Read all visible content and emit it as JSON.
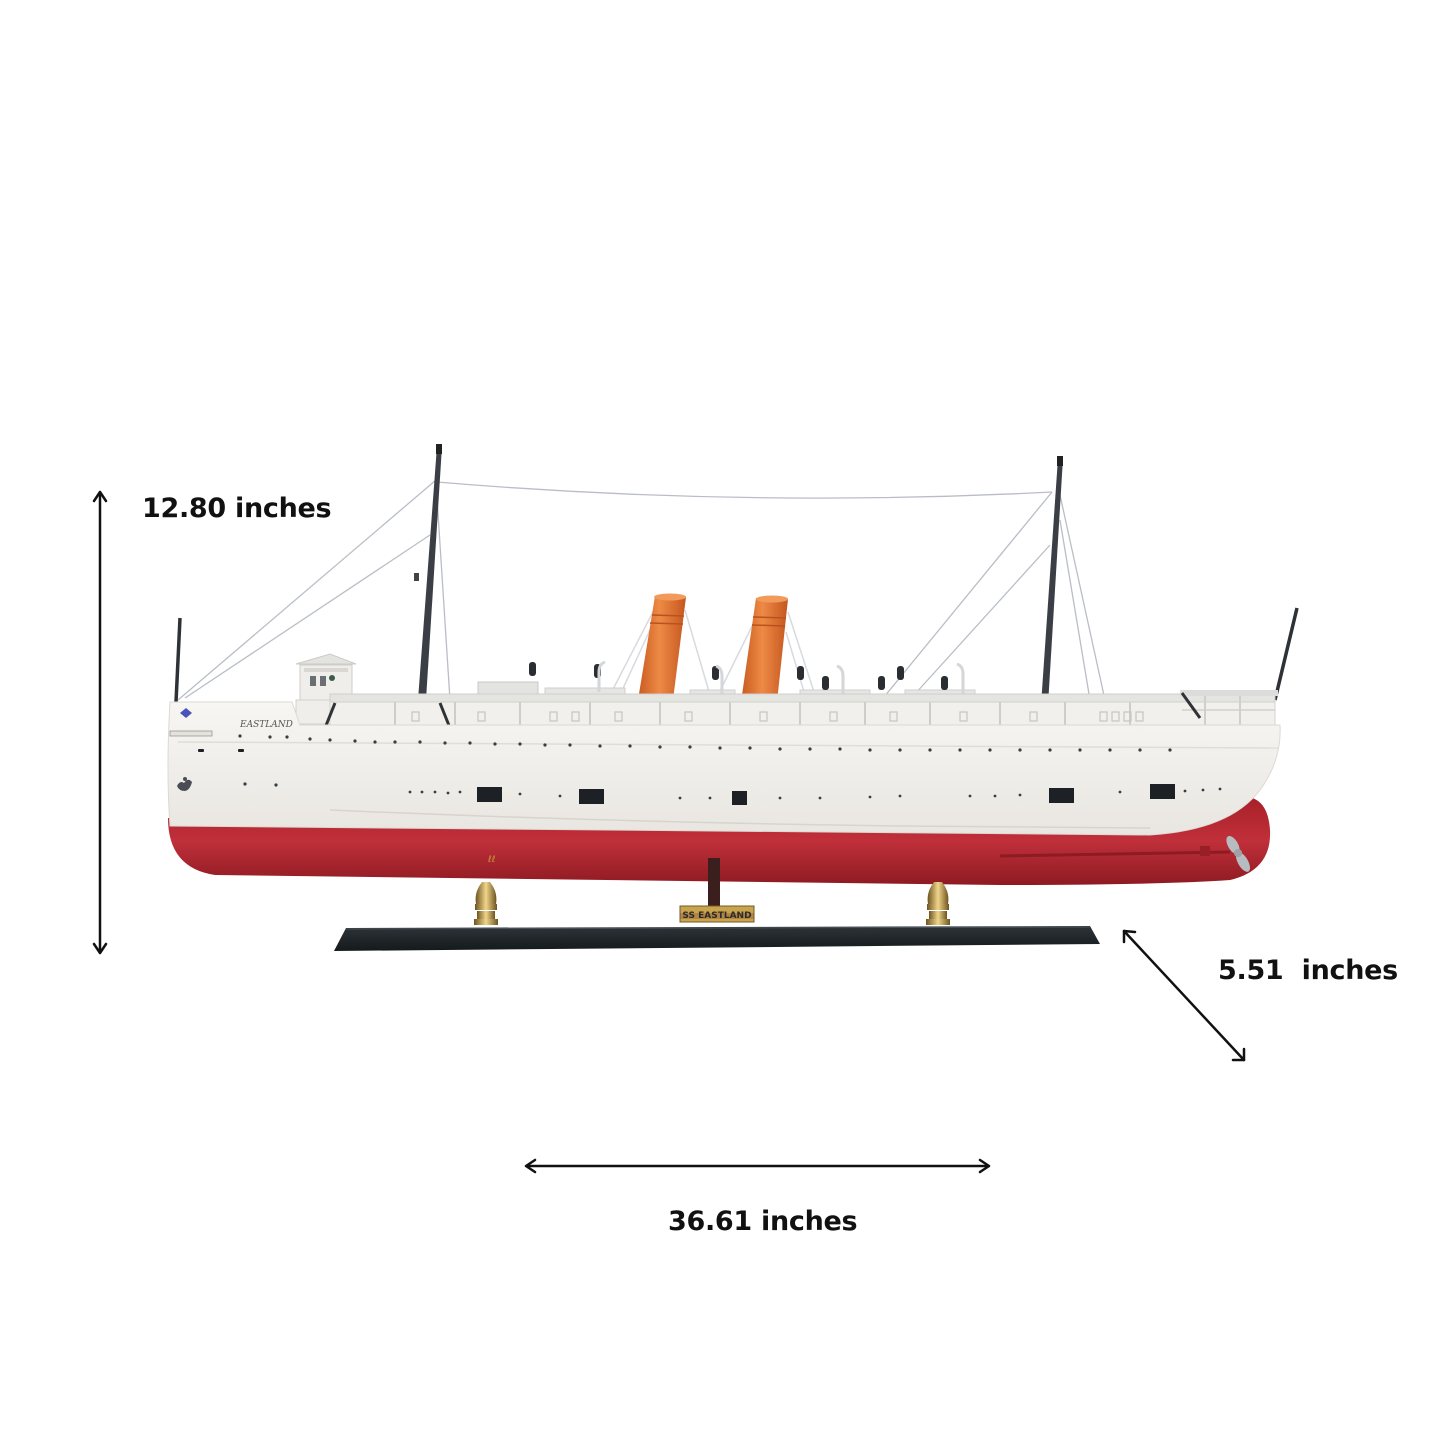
{
  "product": {
    "model_name_plate": "SS EASTLAND",
    "hull_name": "EASTLAND"
  },
  "dimensions": {
    "height": {
      "label": "12.80 inches",
      "value": 12.8,
      "unit": "inches",
      "icon": "vertical-double-arrow-icon"
    },
    "depth": {
      "label": "5.51  inches",
      "value": 5.51,
      "unit": "inches",
      "icon": "diagonal-double-arrow-icon"
    },
    "length": {
      "label": "36.61 inches",
      "value": 36.61,
      "unit": "inches",
      "icon": "horizontal-double-arrow-icon"
    }
  },
  "colors": {
    "background": "#ffffff",
    "hull_white": "#f4f2ee",
    "hull_red": "#b8232b",
    "funnel_orange": "#e0702e",
    "stand_black": "#1f2428",
    "brass": "#c9a24a",
    "arrow": "#111111"
  }
}
